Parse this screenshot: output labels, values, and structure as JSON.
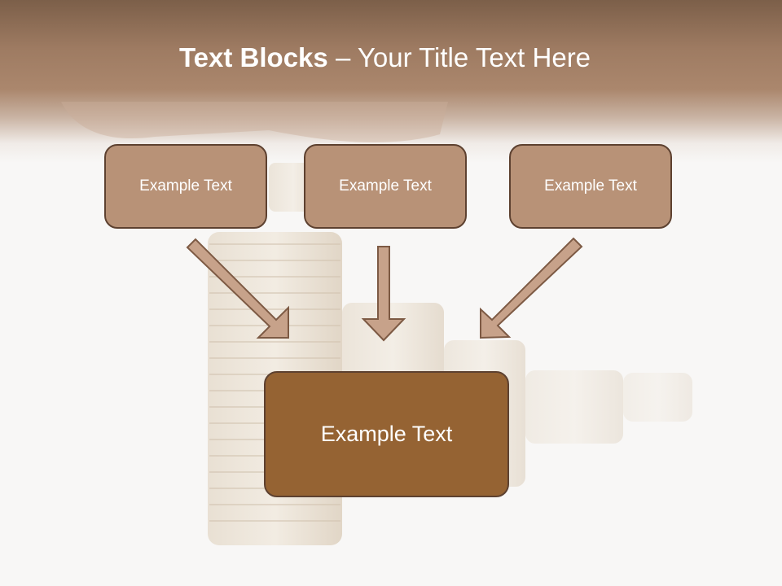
{
  "slide": {
    "title_bold": "Text Blocks",
    "title_separator": "–",
    "title_rest": "Your Title Text Here"
  },
  "boxes": {
    "top_left": "Example Text",
    "top_center": "Example Text",
    "top_right": "Example Text",
    "bottom": "Example Text"
  },
  "colors": {
    "header": "#9e7b62",
    "small_box_fill": "#b89277",
    "big_box_fill": "#956333",
    "box_border": "#5d4130",
    "arrow_fill": "#c7a28a"
  }
}
